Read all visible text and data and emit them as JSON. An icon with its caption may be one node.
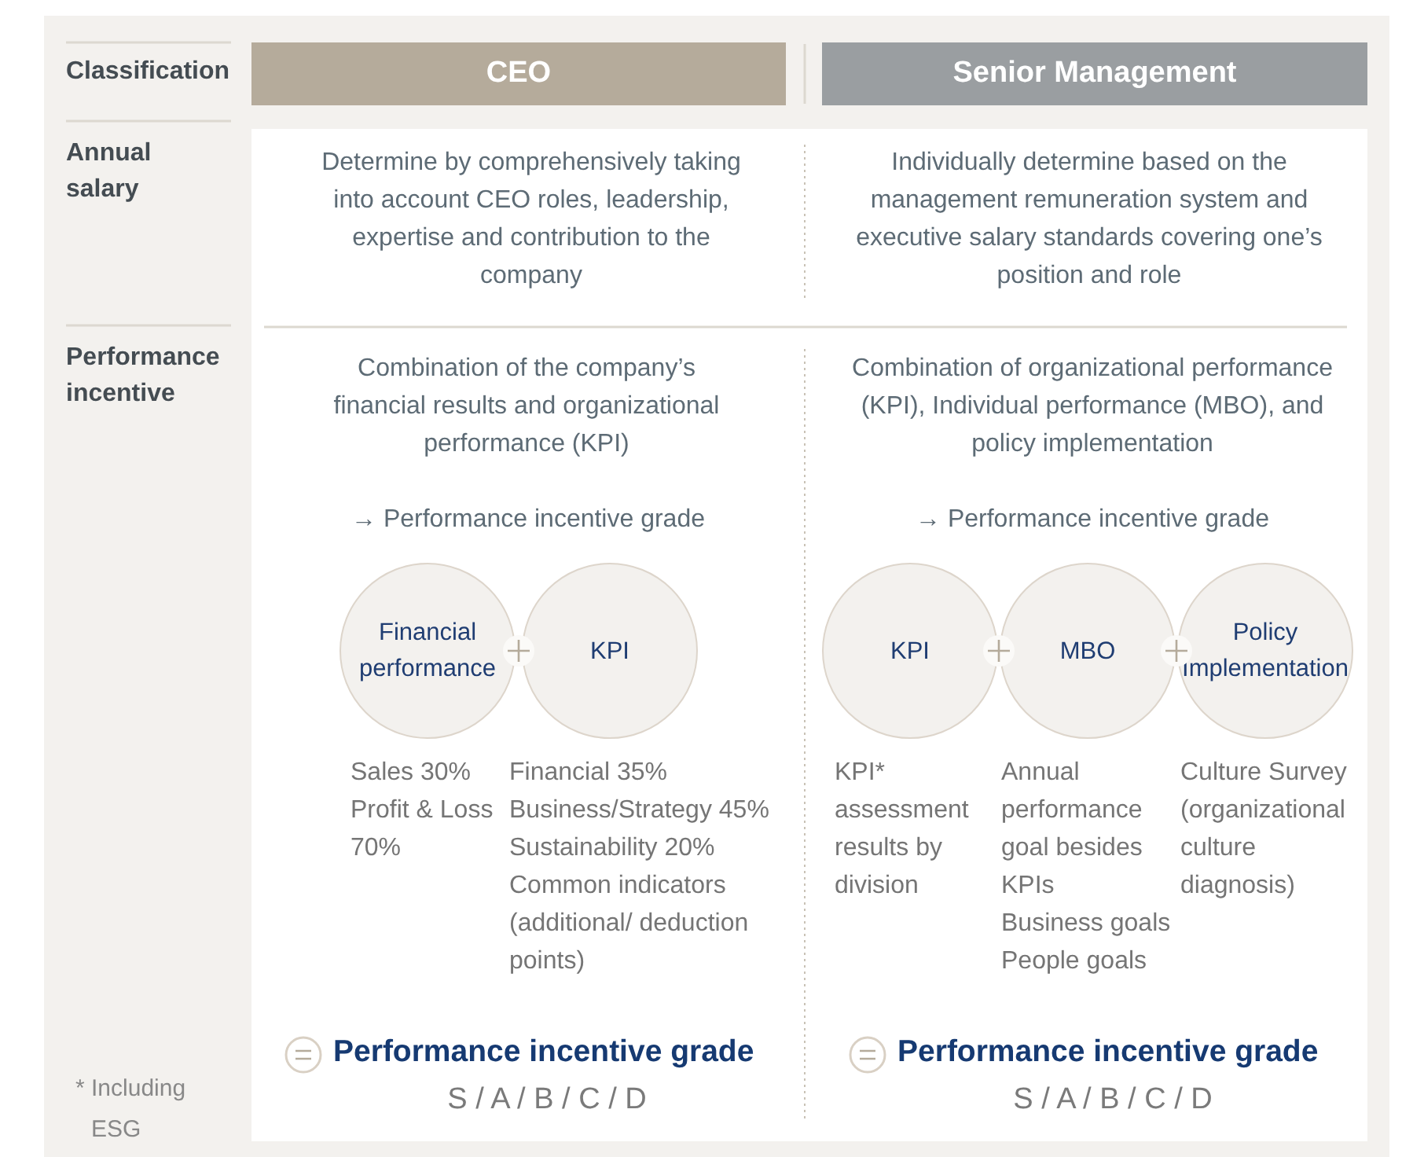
{
  "diagram": {
    "nodes": [
      {
        "text": [
          "CEO"
        ]
      },
      {
        "text": [
          "Senior Management"
        ]
      },
      {
        "text": [
          "Financial performance"
        ],
        "beside": [
          "Sales 30% Profit & Loss 70%"
        ]
      },
      {
        "text": [
          "KPI"
        ],
        "beside": [
          "Financial 35%",
          "Business/Strategy 45%",
          "Sustainability 20%",
          "Common indicators (additional/ deduction points)"
        ]
      },
      {
        "text": [
          "KPI"
        ],
        "beside": [
          "KPI* assessment results by division"
        ]
      },
      {
        "text": [
          "MBO"
        ],
        "beside": [
          "Annual performance goal besides KPIs",
          "Business goals",
          "People goals"
        ]
      },
      {
        "text": [
          "Policy Implementation"
        ],
        "beside": [
          "Culture Survey (organizational culture diagnosis)"
        ]
      }
    ],
    "labels": [
      "Classification",
      "Annual salary",
      "Determine by comprehensively taking into account CEO roles, leadership, expertise and contribution to the company",
      "Individually determine based on the management remuneration system and executive salary standards covering one’s position and role",
      "Performance incentive",
      "Combination of the company’s financial results and organizational performance (KPI)",
      "→ Performance incentive grade",
      "Combination of organizational performance (KPI), Individual performance (MBO), and policy implementation",
      "→ Performance incentive grade",
      "Performance incentive grade",
      "S / A / B / C / D",
      "Performance incentive grade",
      "S / A / B / C / D",
      "* Including ESG"
    ]
  }
}
